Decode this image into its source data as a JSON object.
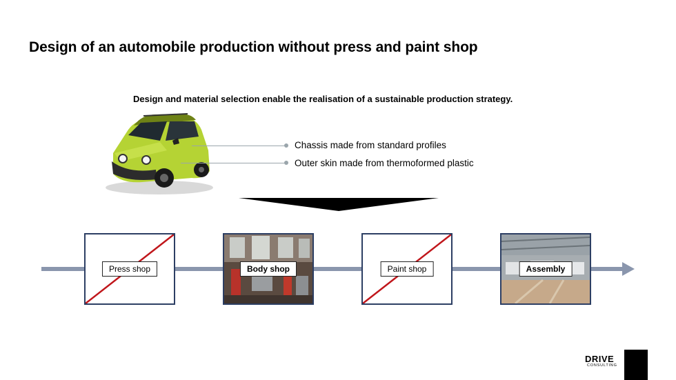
{
  "title": "Design of an automobile production without press and paint shop",
  "subtitle": "Design and material selection enable the realisation of a sustainable production strategy.",
  "callouts": [
    {
      "label": "Chassis made from standard profiles"
    },
    {
      "label": "Outer skin made from thermoformed plastic"
    }
  ],
  "stages": [
    {
      "label": "Press shop",
      "eliminated": true
    },
    {
      "label": "Body shop",
      "eliminated": false
    },
    {
      "label": "Paint shop",
      "eliminated": true
    },
    {
      "label": "Assembly",
      "eliminated": false
    }
  ],
  "logo": {
    "name": "DRIVE",
    "sub": "CONSULTING"
  },
  "colors": {
    "accent_red": "#c0161b",
    "frame_navy": "#2c3e63",
    "flow_gray": "#8a96ad",
    "car_green": "#b5d334"
  }
}
